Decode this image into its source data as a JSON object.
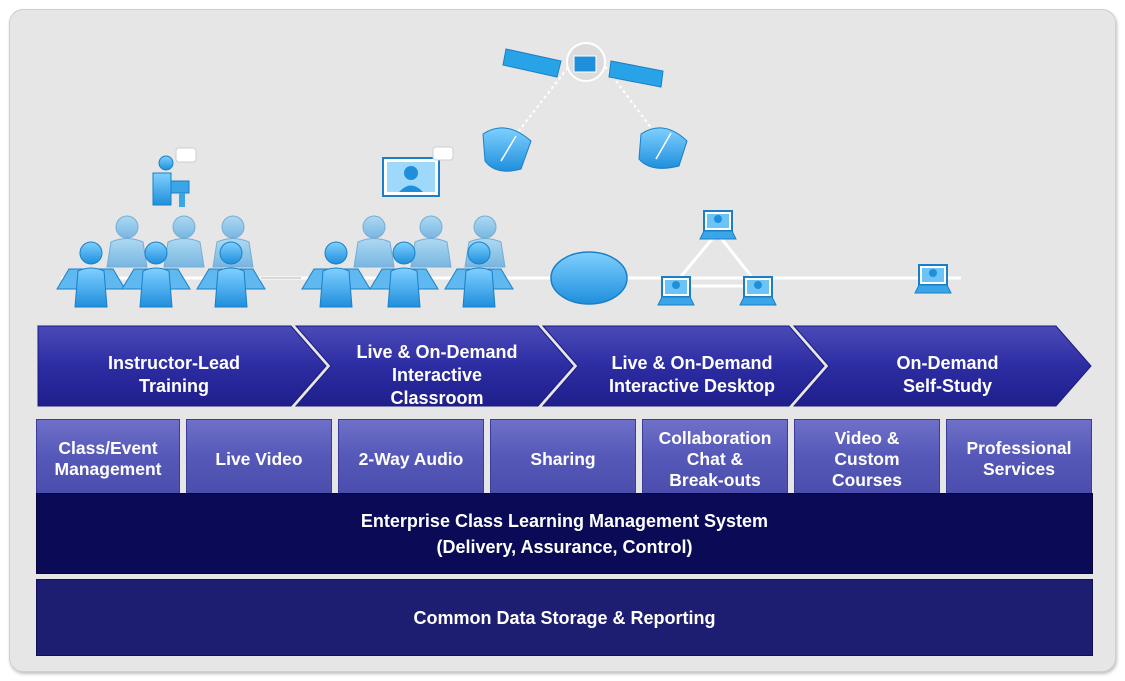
{
  "colors": {
    "frame": "#e6e6e6",
    "chevron": "#2a2aa0",
    "feature_box": "#5659b9",
    "lms_bar": "#0a0a56",
    "storage_bar": "#1d1d72",
    "icon_blue": "#29a3e8"
  },
  "icons": {
    "groups": [
      "presenter-icon",
      "classroom-group-icon",
      "video-presenter-icon",
      "satellite-icon",
      "satellite-dish-icon",
      "cloud-icon",
      "desktop-user-icon"
    ]
  },
  "chevrons": [
    {
      "label": "Instructor-Lead\nTraining"
    },
    {
      "label": "Live & On-Demand\nInteractive\nClassroom"
    },
    {
      "label": "Live & On-Demand\nInteractive Desktop"
    },
    {
      "label": "On-Demand\nSelf-Study"
    }
  ],
  "features": [
    {
      "label": "Class/Event\nManagement"
    },
    {
      "label": "Live Video"
    },
    {
      "label": "2-Way Audio"
    },
    {
      "label": "Sharing"
    },
    {
      "label": "Collaboration\nChat &\nBreak-outs"
    },
    {
      "label": "Video &\nCustom\nCourses"
    },
    {
      "label": "Professional\nServices"
    }
  ],
  "layers": {
    "lms": "Enterprise Class Learning Management System\n(Delivery, Assurance, Control)",
    "storage": "Common Data Storage & Reporting"
  }
}
